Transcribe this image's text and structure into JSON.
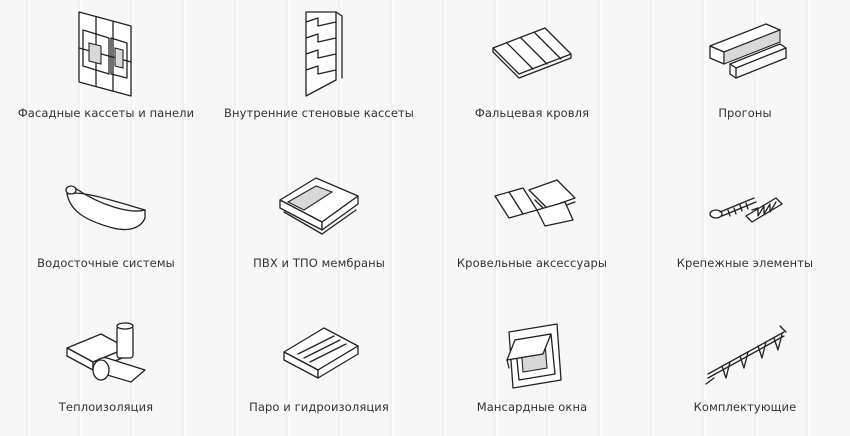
{
  "categories": [
    {
      "label": "Фасадные кассеты и панели",
      "icon": "facade-panel-icon"
    },
    {
      "label": "Внутренние стеновые кассеты",
      "icon": "wall-cassette-icon"
    },
    {
      "label": "Фальцевая кровля",
      "icon": "seam-roof-icon"
    },
    {
      "label": "Прогоны",
      "icon": "purlin-icon"
    },
    {
      "label": "Водосточные системы",
      "icon": "gutter-icon"
    },
    {
      "label": "ПВХ и ТПО мембраны",
      "icon": "membrane-icon"
    },
    {
      "label": "Кровельные аксессуары",
      "icon": "roof-accessory-icon"
    },
    {
      "label": "Крепежные элементы",
      "icon": "fastener-icon"
    },
    {
      "label": "Теплоизоляция",
      "icon": "insulation-icon"
    },
    {
      "label": "Паро и гидроизоляция",
      "icon": "vapor-barrier-icon"
    },
    {
      "label": "Мансардные окна",
      "icon": "roof-window-icon"
    },
    {
      "label": "Комплектующие",
      "icon": "components-icon"
    }
  ]
}
